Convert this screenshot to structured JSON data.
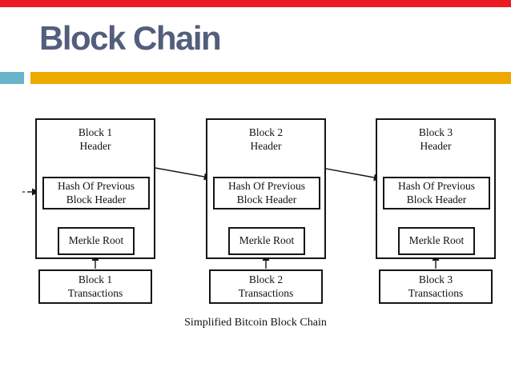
{
  "slide": {
    "title": "Block Chain",
    "caption": "Simplified Bitcoin Block Chain",
    "colors": {
      "top_bar_red": "#ec1b23",
      "title_text": "#525e7c",
      "accent_teal": "#68b3c8",
      "accent_orange": "#eda900",
      "diagram_line": "#151515"
    },
    "blocks": [
      {
        "header_line1": "Block 1",
        "header_line2": "Header",
        "hash_line1": "Hash Of Previous",
        "hash_line2": "Block Header",
        "merkle_label": "Merkle Root",
        "transactions_line1": "Block 1",
        "transactions_line2": "Transactions"
      },
      {
        "header_line1": "Block 2",
        "header_line2": "Header",
        "hash_line1": "Hash Of Previous",
        "hash_line2": "Block Header",
        "merkle_label": "Merkle Root",
        "transactions_line1": "Block 2",
        "transactions_line2": "Transactions"
      },
      {
        "header_line1": "Block 3",
        "header_line2": "Header",
        "hash_line1": "Hash Of Previous",
        "hash_line2": "Block Header",
        "merkle_label": "Merkle Root",
        "transactions_line1": "Block 3",
        "transactions_line2": "Transactions"
      }
    ]
  }
}
